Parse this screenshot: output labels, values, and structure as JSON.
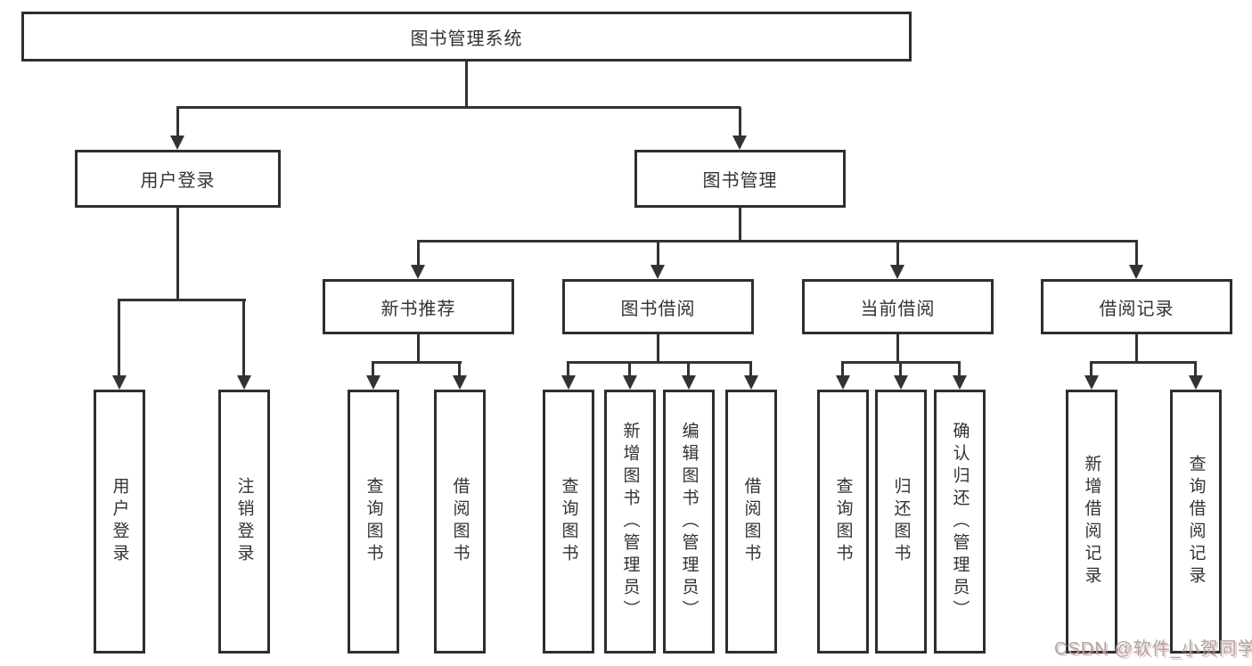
{
  "diagram_title": "图书管理系统",
  "nodes": {
    "root": "图书管理系统",
    "user_login": "用户登录",
    "book_management": "图书管理",
    "new_book_recommend": "新书推荐",
    "book_borrowing": "图书借阅",
    "current_borrowing": "当前借阅",
    "borrowing_records": "借阅记录",
    "leaf_user_login": "用户登录",
    "leaf_logout": "注销登录",
    "leaf_query_books_1": "查询图书",
    "leaf_borrow_books_1": "借阅图书",
    "leaf_query_books_2": "查询图书",
    "leaf_add_books_admin": "新增图书（管理员）",
    "leaf_edit_books_admin": "编辑图书（管理员）",
    "leaf_borrow_books_2": "借阅图书",
    "leaf_query_books_3": "查询图书",
    "leaf_return_books": "归还图书",
    "leaf_confirm_return_admin": "确认归还（管理员）",
    "leaf_add_borrow_record": "新增借阅记录",
    "leaf_query_borrow_record": "查询借阅记录"
  },
  "watermark": "CSDN @软件_小贺同学",
  "colors": {
    "background": "#ffffff",
    "box_border": "#2e2e2e",
    "line": "#333333",
    "text": "#333333",
    "watermark_text": "#a8a8a8",
    "watermark_shadow": "#e07c7c"
  }
}
